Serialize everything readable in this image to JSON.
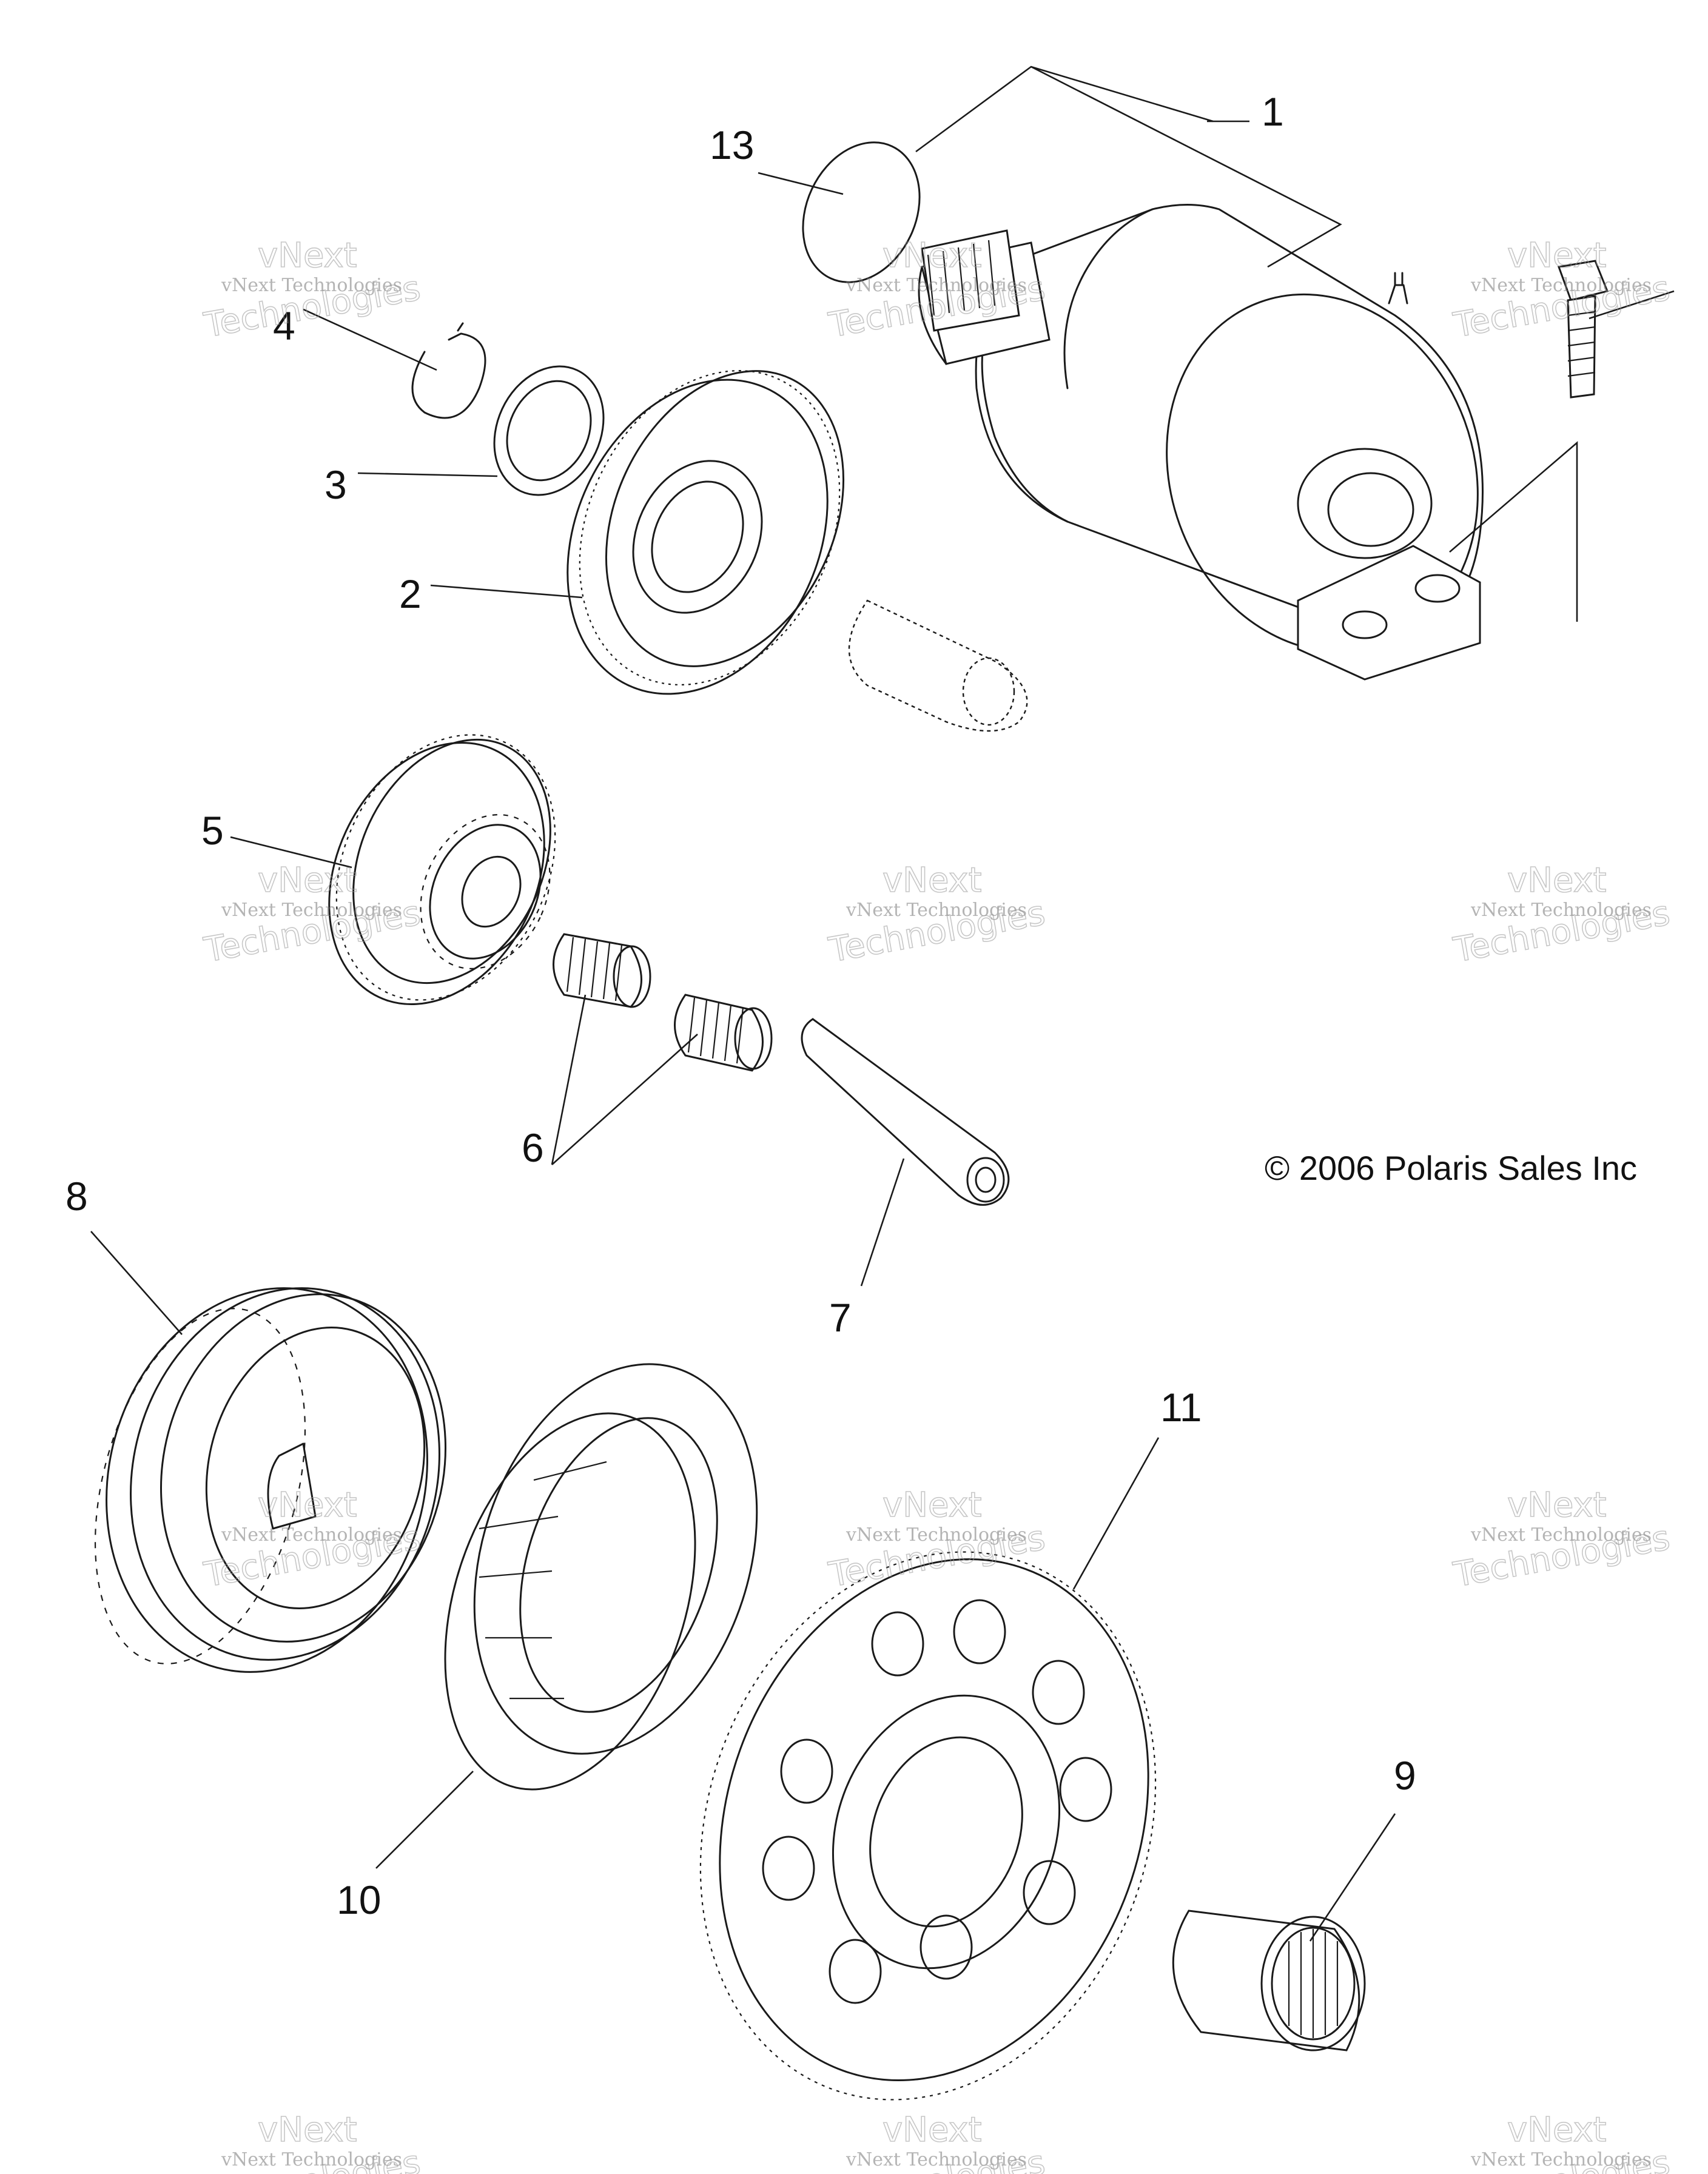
{
  "callouts": {
    "c1": "1",
    "c2": "2",
    "c3": "3",
    "c4": "4",
    "c5": "5",
    "c6": "6",
    "c7": "7",
    "c8": "8",
    "c9": "9",
    "c10": "10",
    "c11": "11",
    "c13": "13"
  },
  "copyright": "© 2006 Polaris Sales Inc",
  "watermark": {
    "line1": "vNext Technologies",
    "line2": "vNext",
    "line3": "Technologies"
  }
}
